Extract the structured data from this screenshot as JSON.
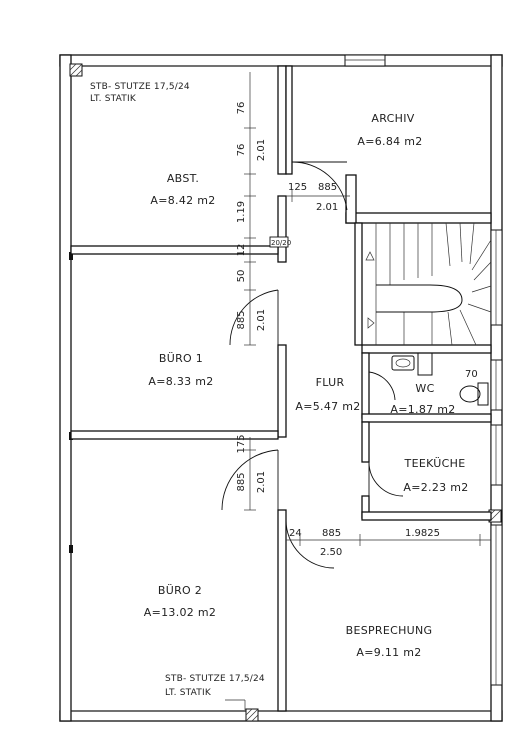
{
  "rooms": {
    "archiv": {
      "name": "ARCHIV",
      "area": "A=6.84 m2"
    },
    "abst": {
      "name": "ABST.",
      "area": "A=8.42 m2"
    },
    "buero1": {
      "name": "BÜRO 1",
      "area": "A=8.33 m2"
    },
    "flur": {
      "name": "FLUR",
      "area": "A=5.47 m2"
    },
    "wc": {
      "name": "WC",
      "area": "A=1.87 m2"
    },
    "teekueche": {
      "name": "TEEKÜCHE",
      "area": "A=2.23 m2"
    },
    "buero2": {
      "name": "BÜRO 2",
      "area": "A=13.02 m2"
    },
    "besprechung": {
      "name": "BESPRECHUNG",
      "area": "A=9.11 m2"
    }
  },
  "notes": {
    "top_line1": "STB- STUTZE 17,5/24",
    "top_line2": "LT. STATIK",
    "bottom_line1": "STB- STUTZE 17,5/24",
    "bottom_line2": "LT. STATIK"
  },
  "dimensions": {
    "v_76": "76",
    "v_76b": "76",
    "v_201a": "2.01",
    "v_119": "1.19",
    "v_50": "50",
    "v_12": "12",
    "v_885a": "885",
    "v_201b": "2.01",
    "v_175": "175",
    "v_885b": "885",
    "v_201c": "2.01",
    "top_125": "125",
    "top_885": "885",
    "top_201": "2.01",
    "post": "20/20",
    "wc_70": "70",
    "bot_24": "24",
    "bot_885": "885",
    "bot_250": "2.50",
    "bot_19825": "1.9825"
  }
}
